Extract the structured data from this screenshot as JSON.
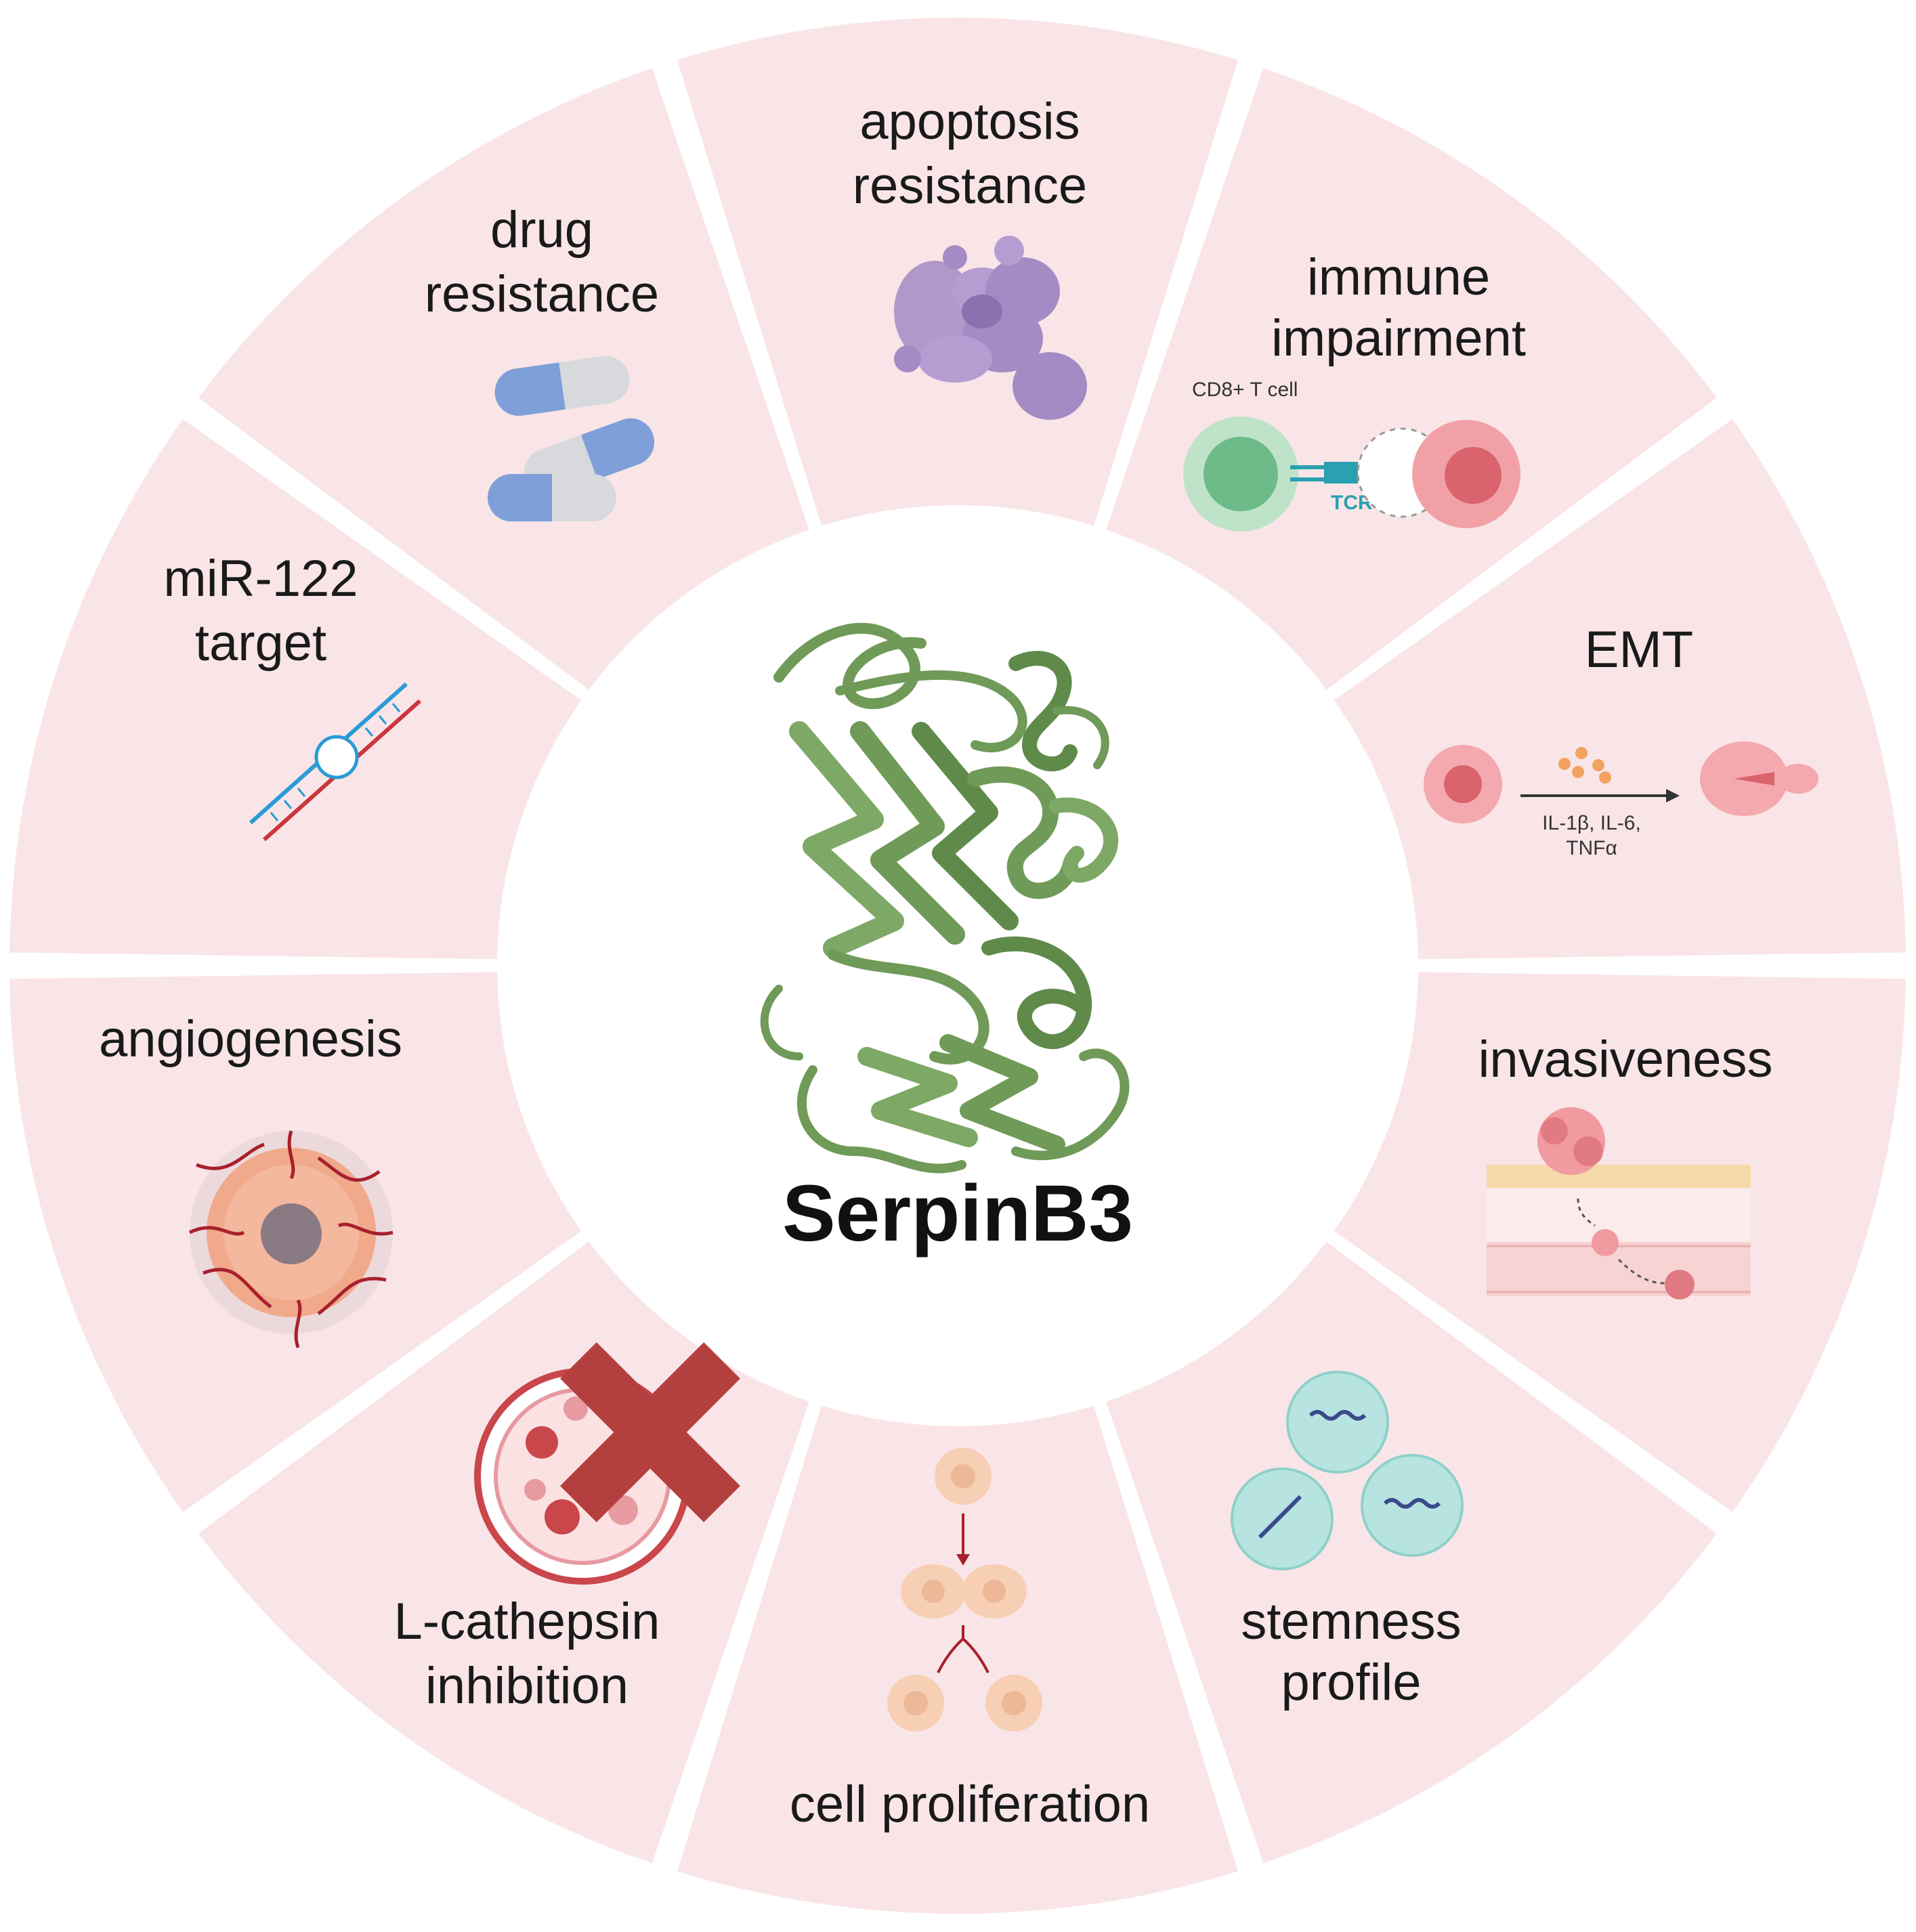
{
  "center": {
    "title": "SerpinB3"
  },
  "colors": {
    "segment_fill": "#f9e5e7",
    "gap": "#ffffff",
    "protein_green": "#6f9a58",
    "pill_blue": "#7f9fd8",
    "pill_grey": "#d7d9dc",
    "apoptosis_purple": "#a48bc4",
    "tcell_green": "#7dc496",
    "tumor_pink": "#ee8e95",
    "cross_red": "#b3403f",
    "vessel_red": "#a8202c",
    "stem_teal": "#aee0dc",
    "prolif_peach": "#f6cfb4"
  },
  "segments": [
    {
      "id": "apoptosis",
      "lines": [
        "apoptosis",
        "resistance"
      ],
      "icon": "apoptotic-cell-icon"
    },
    {
      "id": "immune",
      "lines": [
        "immune",
        "impairment"
      ],
      "icon": "tcell-tumor-icon",
      "sublabels": {
        "cell": "CD8+ T cell",
        "receptor": "TCR"
      }
    },
    {
      "id": "emt",
      "lines": [
        "EMT"
      ],
      "icon": "emt-transition-icon",
      "sublabels": {
        "line1": "IL-1β, IL-6,",
        "line2": "TNFα"
      }
    },
    {
      "id": "invasiveness",
      "lines": [
        "invasiveness"
      ],
      "icon": "invasion-icon"
    },
    {
      "id": "stemness",
      "lines": [
        "stemness",
        "profile"
      ],
      "icon": "stem-cells-icon"
    },
    {
      "id": "proliferation",
      "lines": [
        "cell proliferation"
      ],
      "icon": "cell-division-icon"
    },
    {
      "id": "cathepsin",
      "lines": [
        "L-cathepsin",
        "inhibition"
      ],
      "icon": "cathepsin-blocked-icon"
    },
    {
      "id": "angiogenesis",
      "lines": [
        "angiogenesis"
      ],
      "icon": "vascularized-tumor-icon"
    },
    {
      "id": "mir122",
      "lines": [
        "miR-122",
        "target"
      ],
      "icon": "rna-duplex-icon"
    },
    {
      "id": "drug",
      "lines": [
        "drug",
        "resistance"
      ],
      "icon": "pills-icon"
    }
  ]
}
